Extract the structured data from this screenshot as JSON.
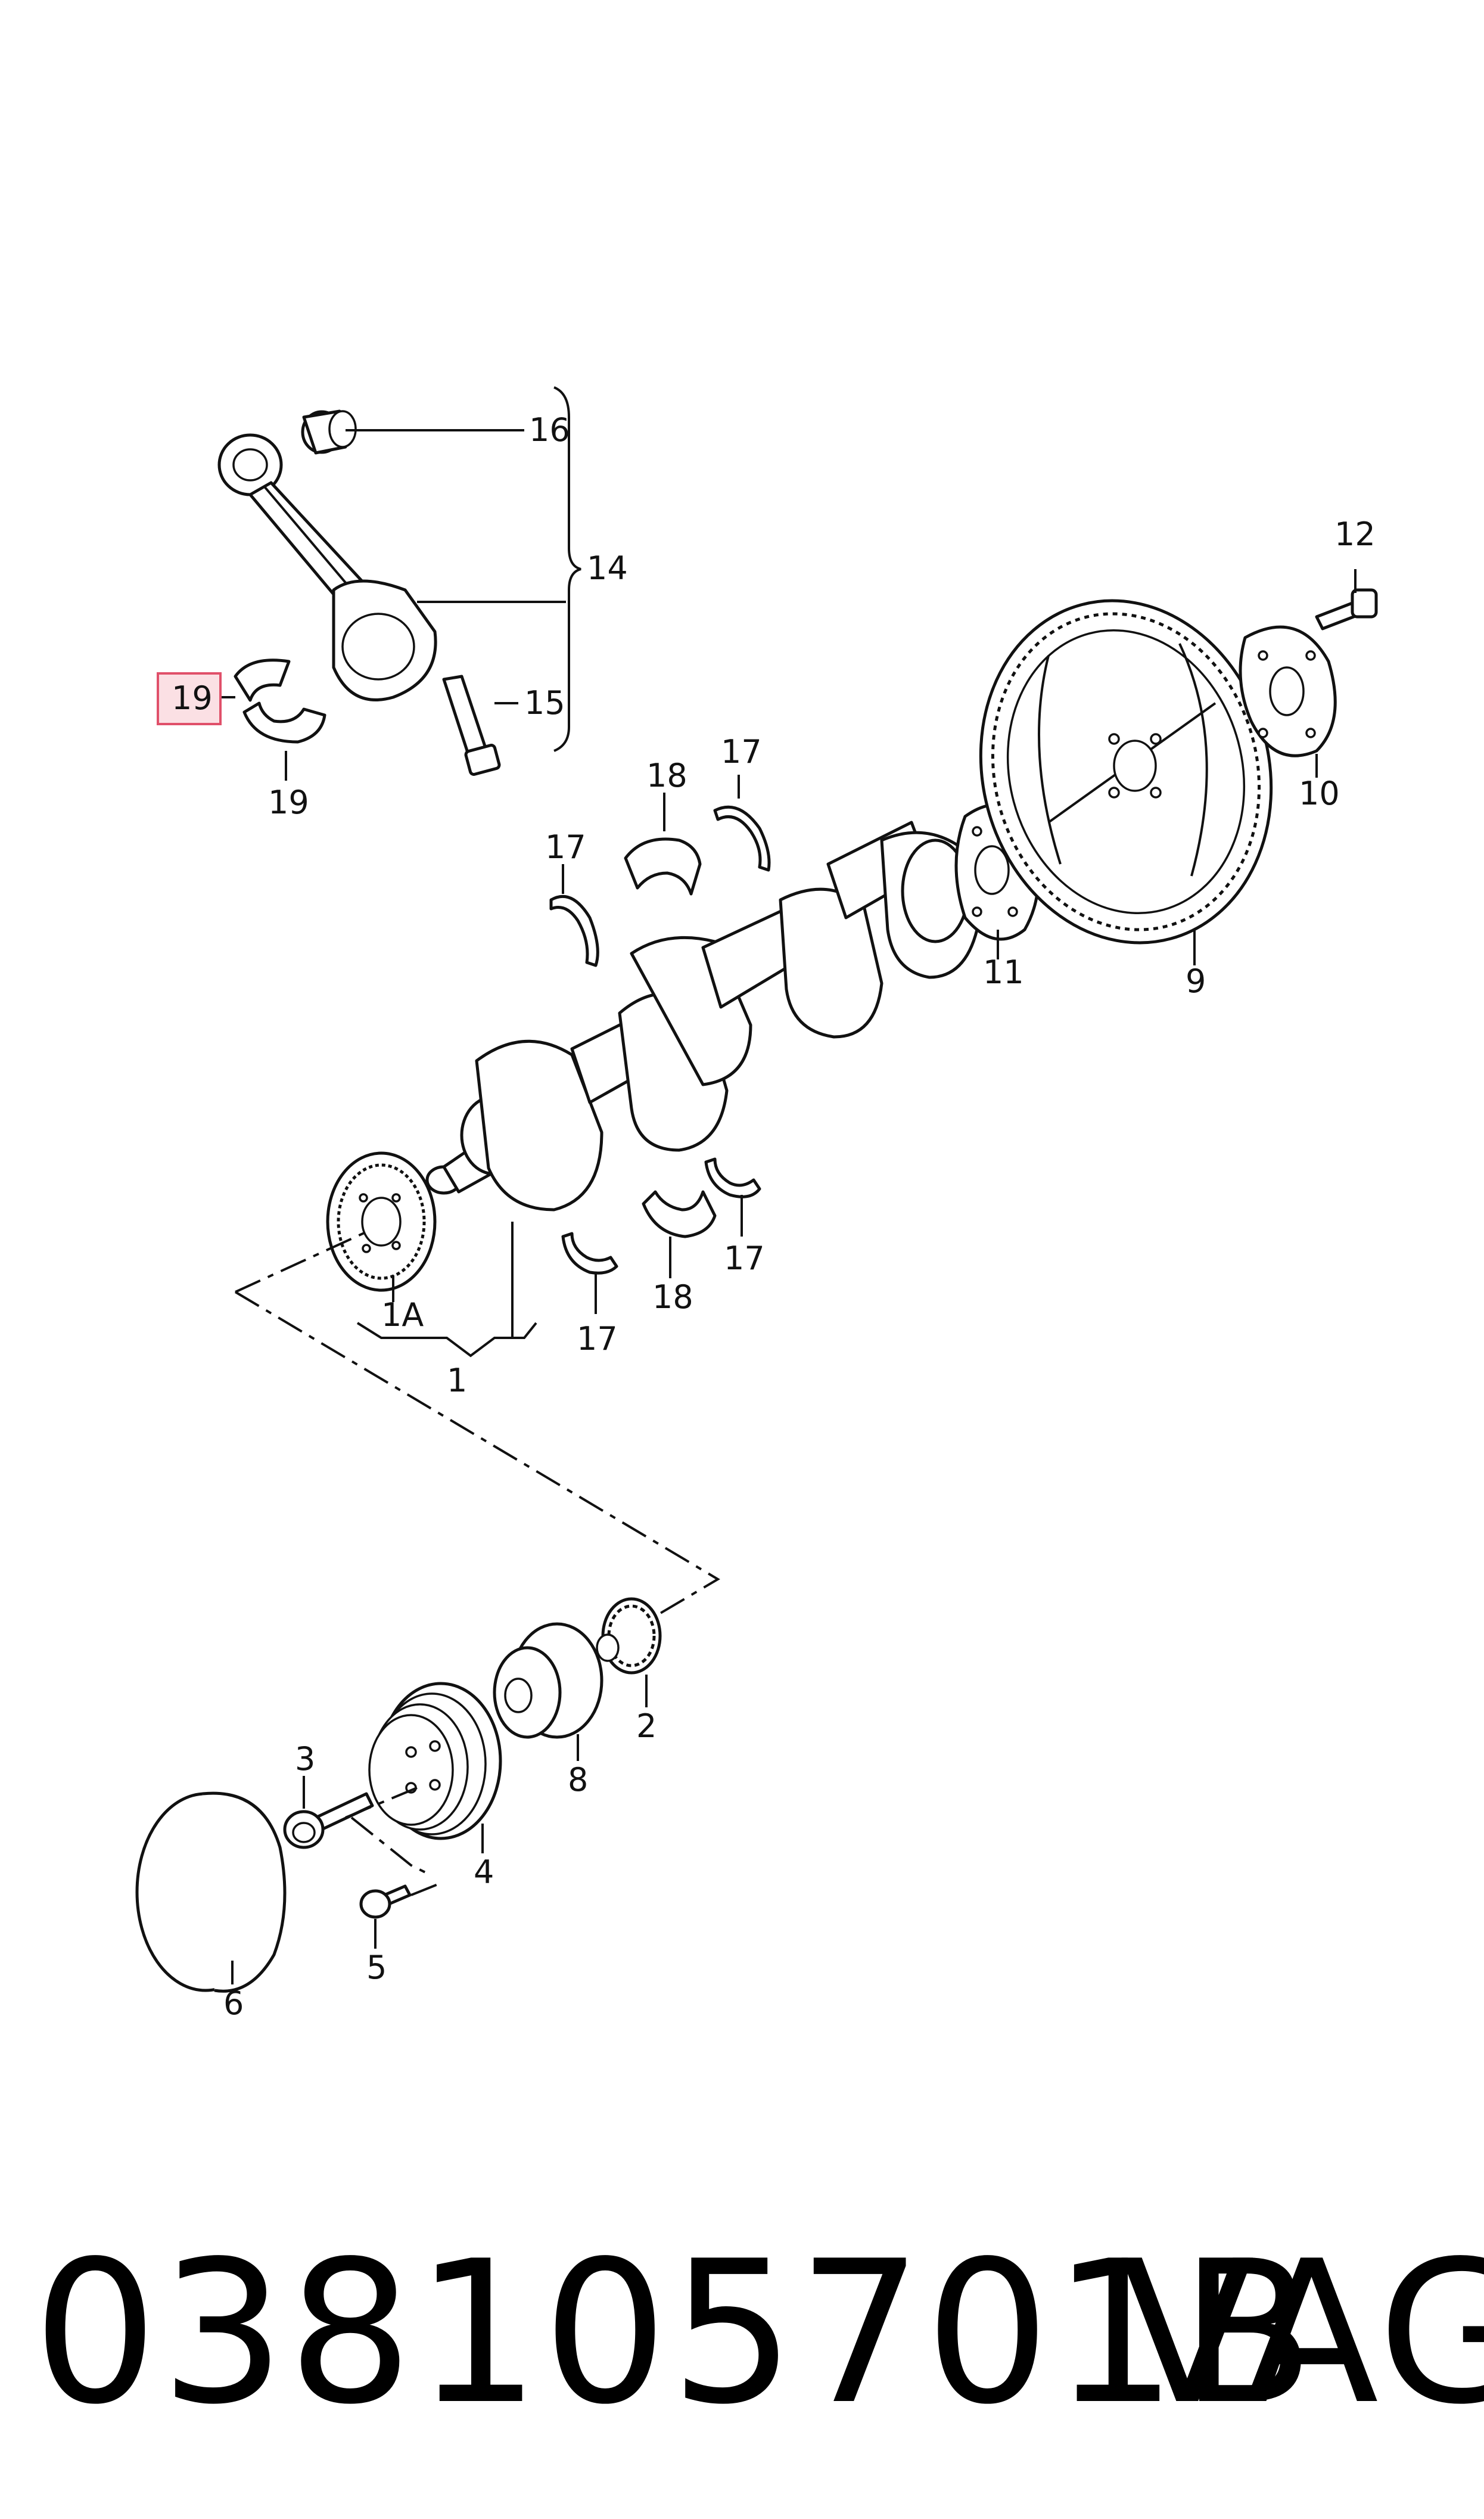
{
  "diagram": {
    "callouts": {
      "c1": "1",
      "c1A": "1A",
      "c2": "2",
      "c3": "3",
      "c4": "4",
      "c5": "5",
      "c6": "6",
      "c8": "8",
      "c9": "9",
      "c10": "10",
      "c11": "11",
      "c12": "12",
      "c14": "14",
      "c15": "15",
      "c16": "16",
      "c17a": "17",
      "c17b": "17",
      "c17c": "17",
      "c17d": "17",
      "c18a": "18",
      "c18b": "18",
      "c19": "19",
      "c19_highlight": "19"
    },
    "highlight_color": "#fbe0e4"
  },
  "footer": {
    "part_number": "038105701B",
    "brand": "VAG"
  }
}
